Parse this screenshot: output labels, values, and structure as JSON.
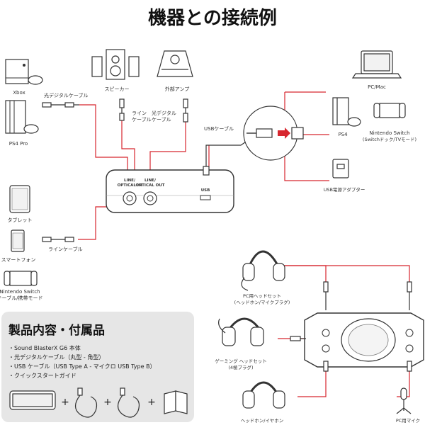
{
  "title": "機器との接続例",
  "devices": {
    "xbox": "Xbox",
    "ps4pro": "PS4 Pro",
    "tablet": "タブレット",
    "smartphone": "スマートフォン",
    "switch_handheld": [
      "Nintendo Switch",
      "テーブル/携帯モード"
    ],
    "speaker": "スピーカー",
    "external_amp": "外部アンプ",
    "pc_mac": "PC/Mac",
    "ps4": "PS4",
    "switch_dock": [
      "Nintendo Switch",
      "(Switchドック/TVモード)"
    ],
    "usb_adapter": "USB電源アダプター",
    "pc_headset": [
      "PC用ヘッドセット",
      "(ヘッドホン/マイクプラグ)"
    ],
    "gaming_headset": [
      "ゲーミング ヘッドセット",
      "(4極プラグ)"
    ],
    "headphones": "ヘッドホン/イヤホン",
    "pc_mic": "PC用マイク"
  },
  "cables": {
    "optical_left": "光デジタルケーブル",
    "line_left": "ラインケーブル",
    "line_top": [
      "ライン",
      "ケーブル"
    ],
    "optical_top": [
      "光デジタル",
      "ケーブル"
    ],
    "usb": "USBケーブル"
  },
  "ports": {
    "line_in": [
      "LINE/",
      "OPTICAL IN"
    ],
    "line_out": [
      "LINE/",
      "OPTICAL OUT"
    ],
    "usb": "USB"
  },
  "contents_box": {
    "heading": "製品内容・付属品",
    "items": [
      "・Sound BlasterX G6 本体",
      "・光デジタルケーブル（丸型 - 角型）",
      "・USB ケーブル（USB Type A - マイクロ USB Type B）",
      "・クイックスタートガイド"
    ],
    "plus": "+"
  },
  "colors": {
    "accent_red": "#d7262e",
    "line": "#333333",
    "box_bg": "#e6e6e6"
  }
}
